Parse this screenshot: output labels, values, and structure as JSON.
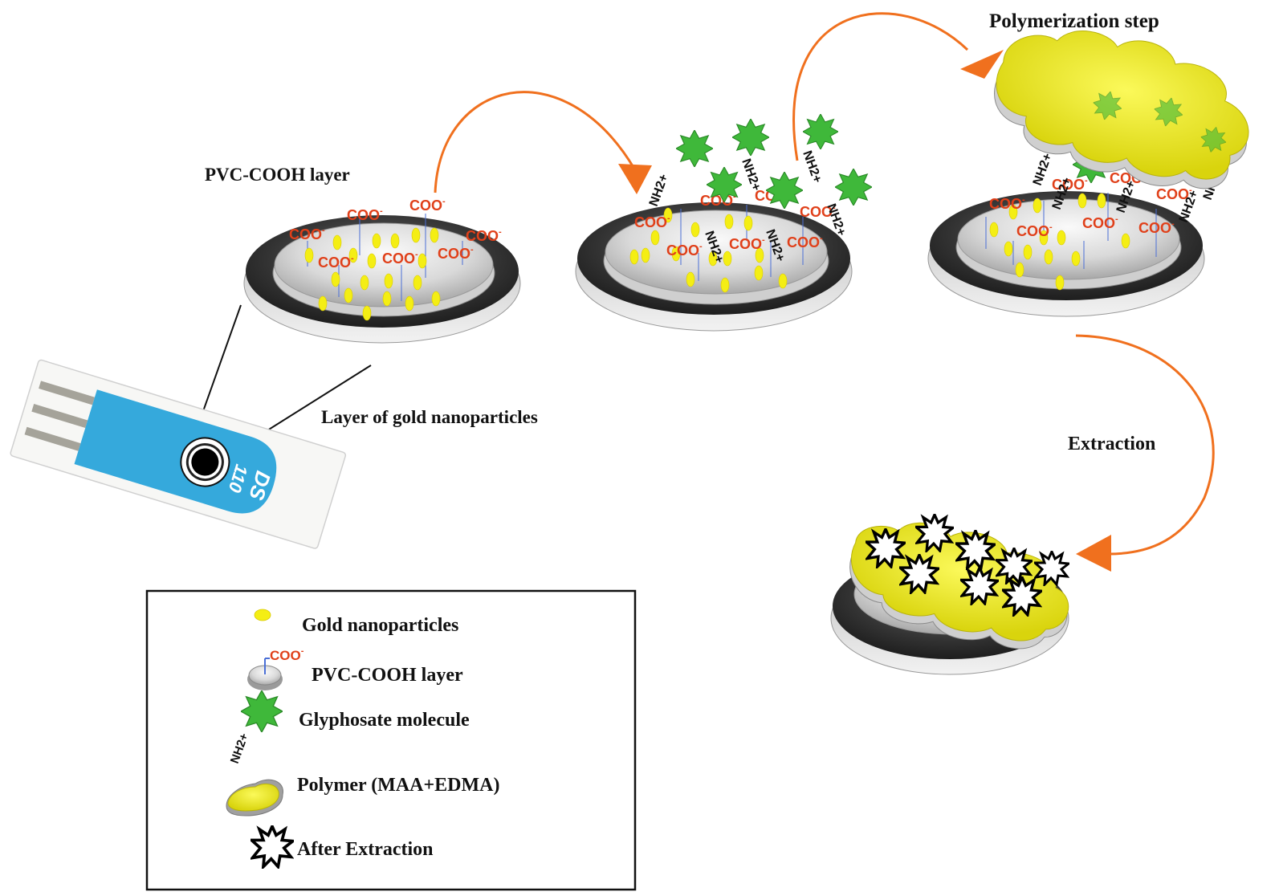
{
  "labels": {
    "pvc_layer": "PVC-COOH layer",
    "gold_layer": "Layer of gold nanoparticles",
    "polymerization": "Polymerization step",
    "extraction": "Extraction"
  },
  "chem": {
    "coo": "COO",
    "minus": "-",
    "nh2": "NH2+"
  },
  "electrode": {
    "brand": "DS",
    "model": "110"
  },
  "legend": {
    "items": [
      {
        "icon": "gold-nanoparticle-icon",
        "label": "Gold nanoparticles"
      },
      {
        "icon": "pvc-cooh-layer-icon",
        "label": "PVC-COOH layer"
      },
      {
        "icon": "glyphosate-molecule-icon",
        "label": "Glyphosate molecule"
      },
      {
        "icon": "polymer-icon",
        "label": "Polymer (MAA+EDMA)"
      },
      {
        "icon": "after-extraction-icon",
        "label": "After Extraction"
      }
    ]
  },
  "colors": {
    "arrow": "#f0701e",
    "gold": "#f4ee14",
    "coo_text": "#e0401a",
    "glyphosate": "#3fb83a",
    "polymer": "#f2ef1a",
    "electrode_blue": "#35a9dc",
    "disc_dark": "#3d3d3d"
  }
}
